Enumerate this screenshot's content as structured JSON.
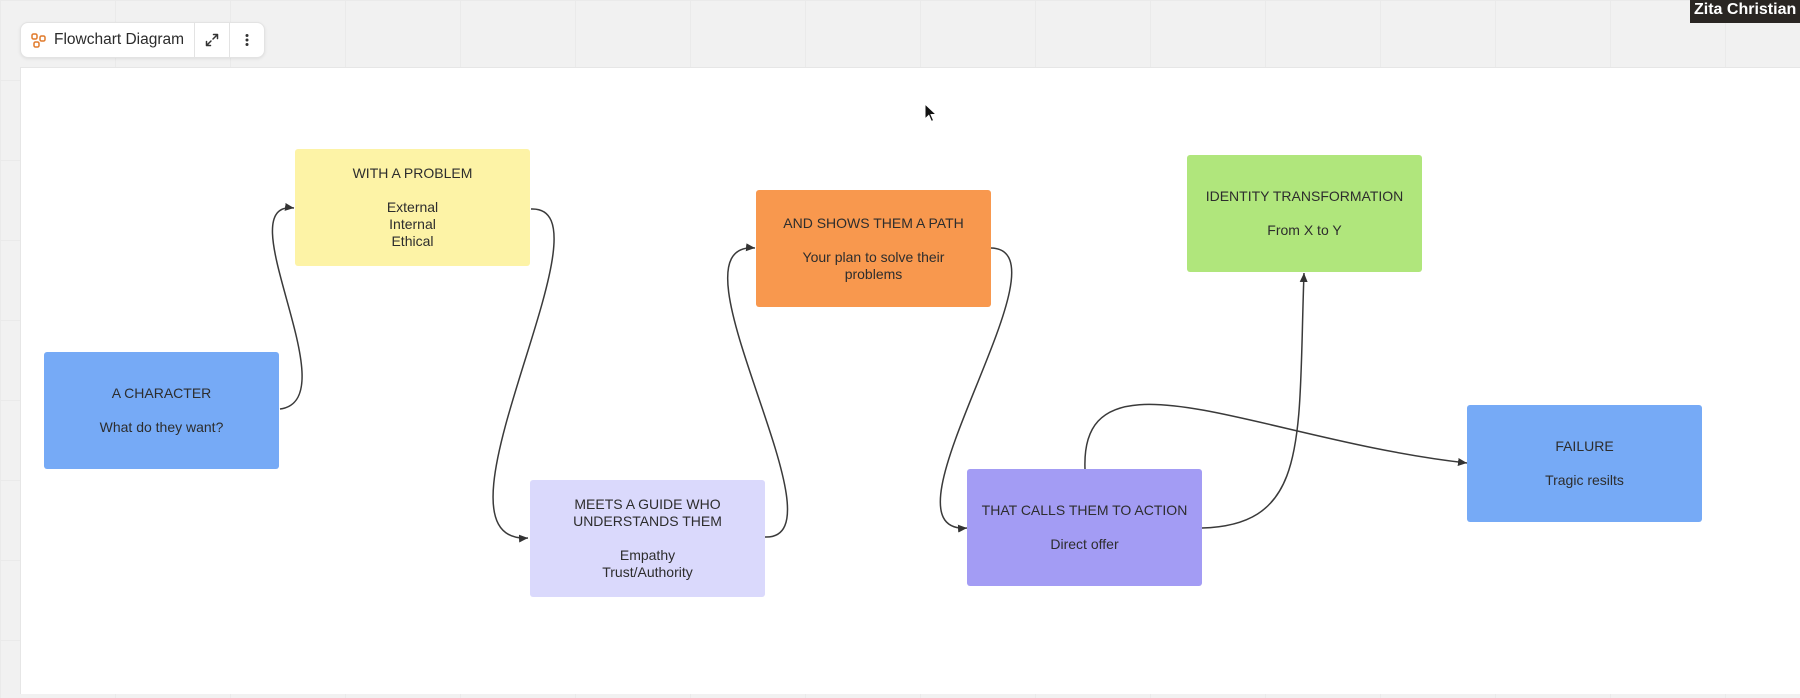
{
  "toolbar": {
    "title": "Flowchart Diagram",
    "icons": {
      "diagram": "flowchart-icon",
      "expand": "expand-icon",
      "more": "more-vertical-icon"
    }
  },
  "participant": {
    "name": "Zita Christian"
  },
  "colors": {
    "blue": "#76aaf6",
    "yellow": "#fdf3a6",
    "lavender": "#dad9fc",
    "orange": "#f8984e",
    "purple": "#a39cf4",
    "green": "#b0e67c"
  },
  "nodes": {
    "character": {
      "title": "A CHARACTER",
      "body": "What do they want?"
    },
    "problem": {
      "title": "WITH A PROBLEM",
      "body": "External\nInternal\nEthical"
    },
    "guide": {
      "title": "MEETS A GUIDE WHO\nUNDERSTANDS THEM",
      "body": "Empathy\nTrust/Authority"
    },
    "path": {
      "title": "AND SHOWS THEM A PATH",
      "body": "Your plan to solve their\nproblems"
    },
    "action": {
      "title": "THAT CALLS THEM TO ACTION",
      "body": "Direct offer"
    },
    "transformation": {
      "title": "IDENTITY TRANSFORMATION",
      "body": "From X to Y"
    },
    "failure": {
      "title": "FAILURE",
      "body": "Tragic resilts"
    }
  }
}
